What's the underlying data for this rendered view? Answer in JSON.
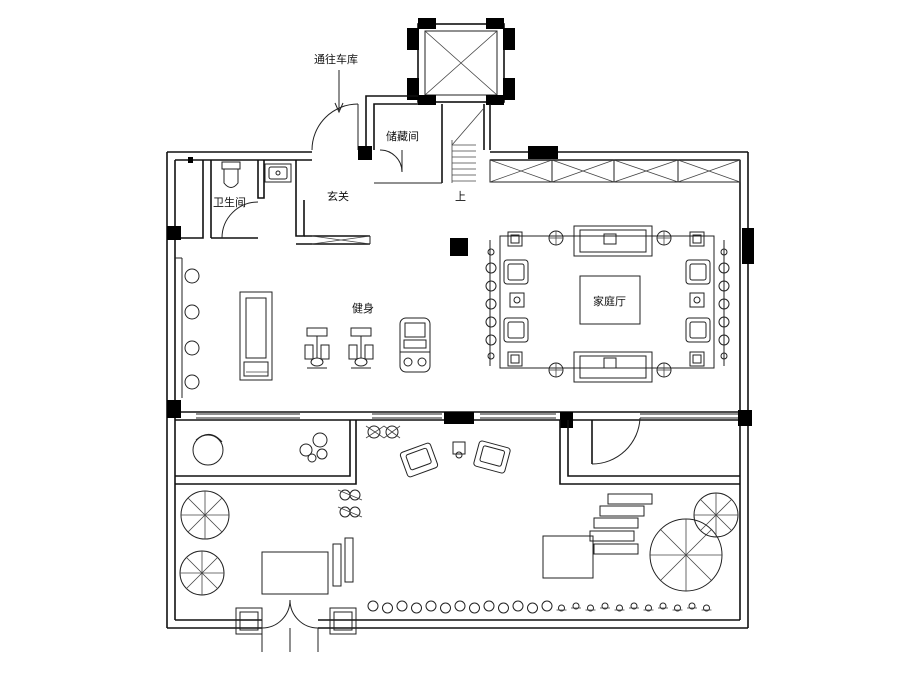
{
  "plan": {
    "labels": {
      "garage": "通往车库",
      "storage": "储藏间",
      "entrance": "玄关",
      "bathroom": "卫生间",
      "up": "上",
      "fitness": "健身",
      "family_room": "家庭厅"
    },
    "colors": {
      "line": "#111111",
      "background": "#ffffff",
      "column": "#000000"
    }
  }
}
